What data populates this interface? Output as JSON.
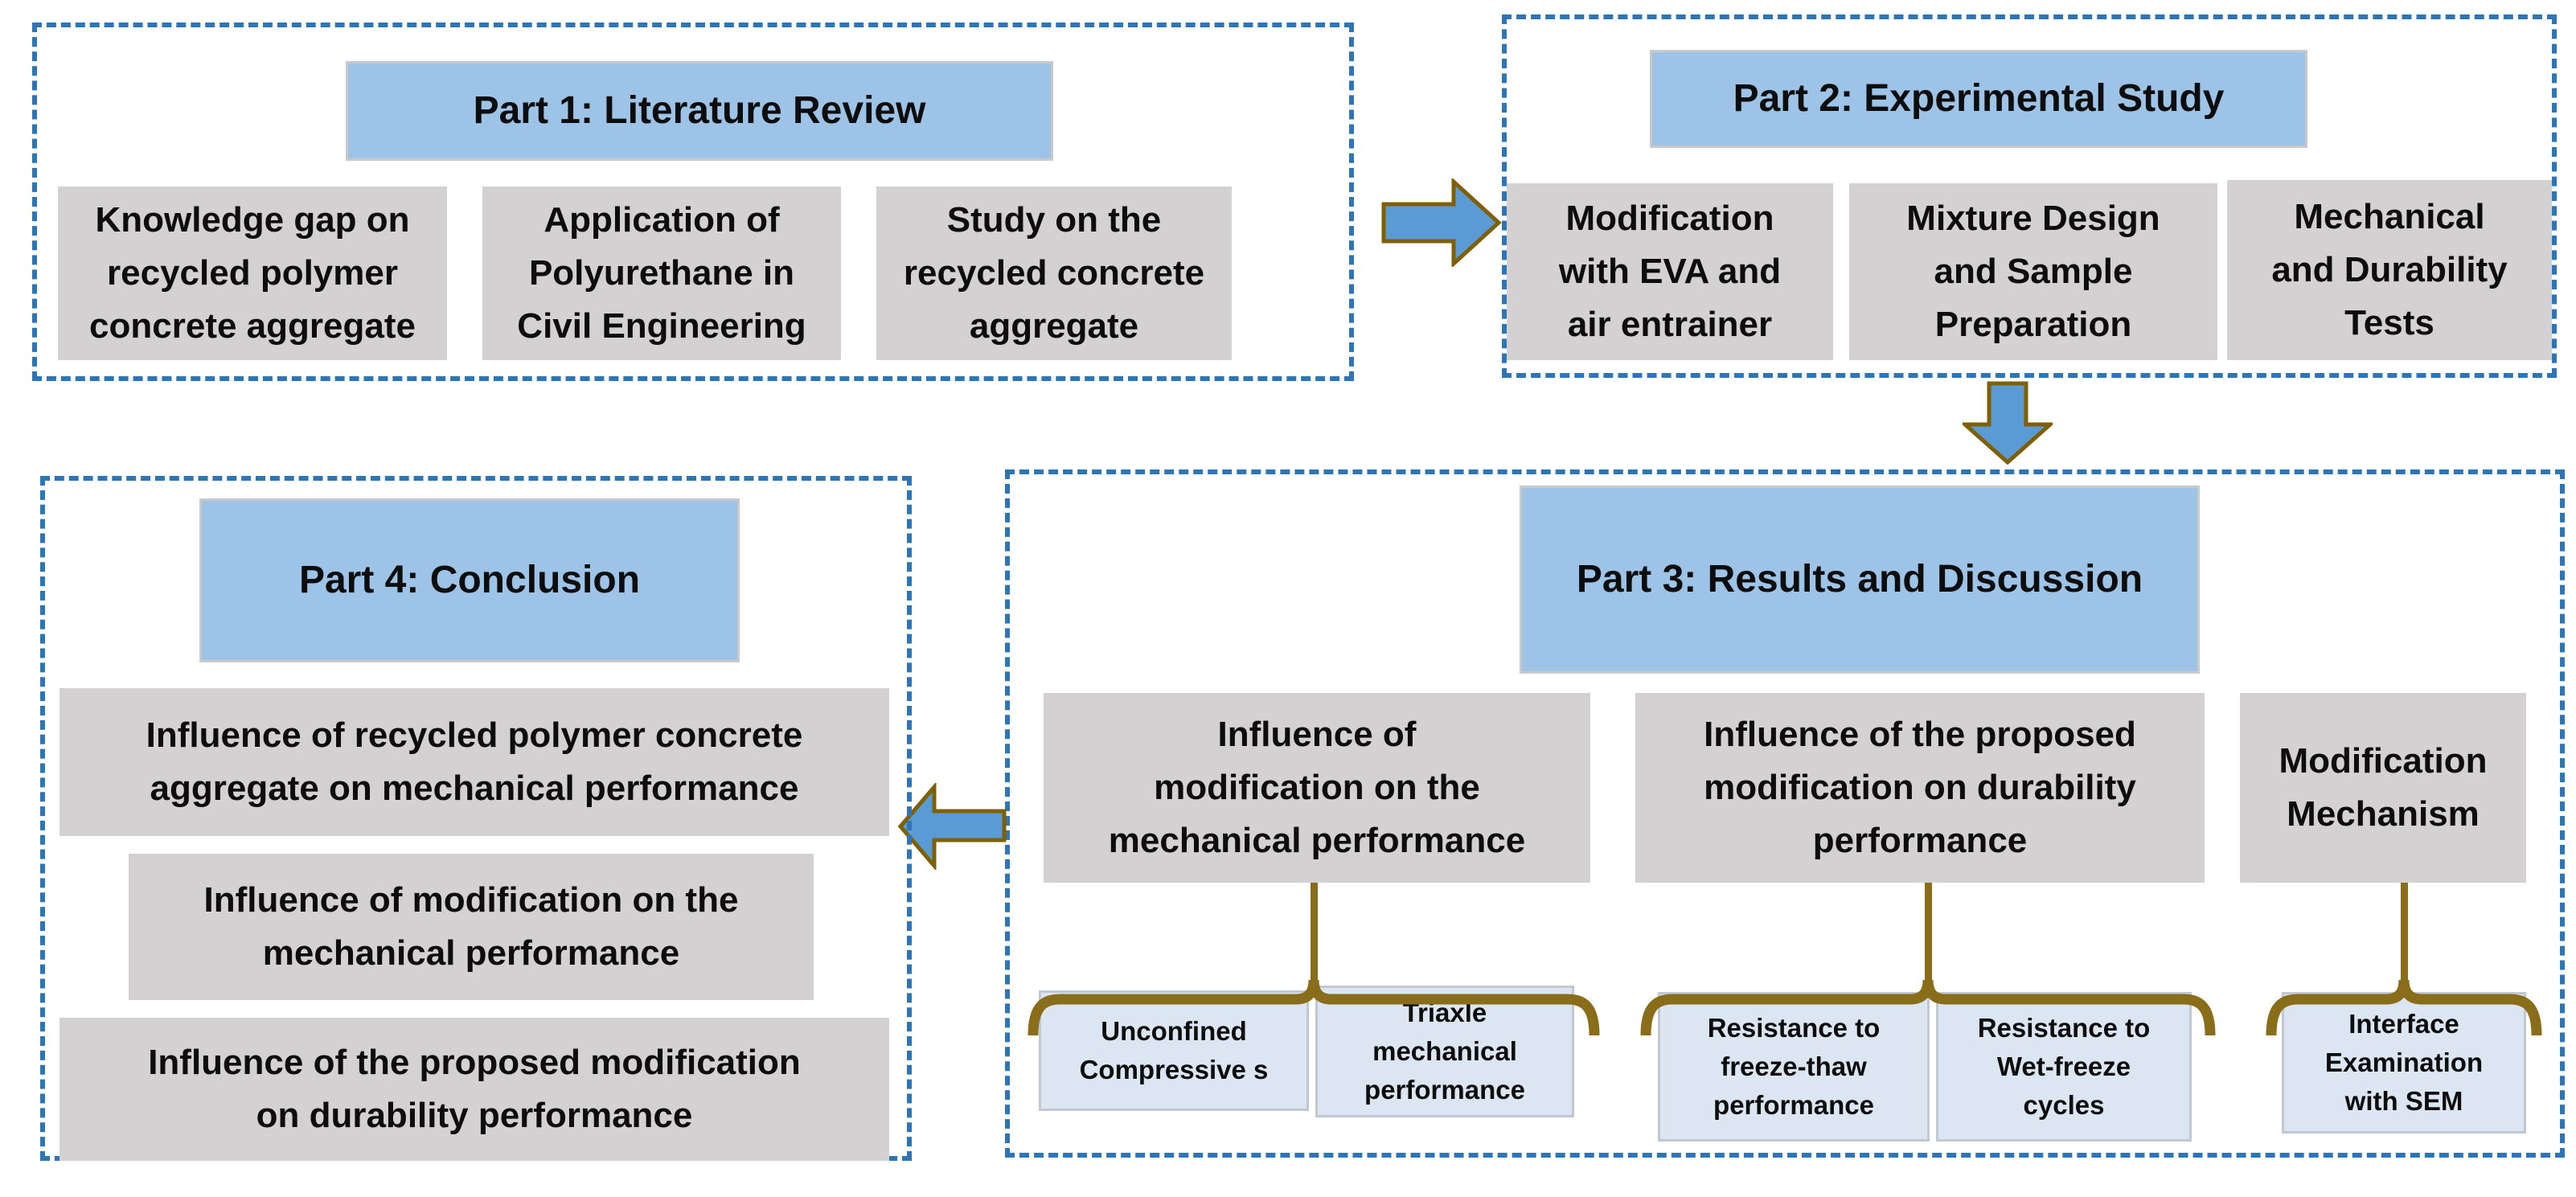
{
  "diagram_title": "Research framework flowchart",
  "colors": {
    "container_border": "#2e75b6",
    "header_fill": "#9dc3e6",
    "box_fill": "#d3d1d1",
    "subbox_fill": "#dce6f2",
    "subbox_border": "#c2c8d0",
    "arrow_fill": "#5b9bd5",
    "arrow_border": "#7f6000",
    "brace_color": "#8a6d1b",
    "text_color": "#0d0d0d"
  },
  "icons": {
    "arrow_part1_to_part2": "right-arrow",
    "arrow_part2_to_part3": "down-arrow",
    "arrow_part3_to_part4": "left-arrow",
    "connectors": "brace-connector"
  },
  "parts": {
    "part1": {
      "title": "Part 1: Literature Review",
      "boxes": [
        "Knowledge gap on\nrecycled polymer\nconcrete aggregate",
        "Application of\nPolyurethane in\nCivil Engineering",
        "Study on the\nrecycled concrete\naggregate"
      ]
    },
    "part2": {
      "title": "Part 2: Experimental Study",
      "boxes": [
        "Modification\nwith EVA and\nair entrainer",
        "Mixture Design\nand Sample\nPreparation",
        "Mechanical\nand Durability\nTests"
      ]
    },
    "part3": {
      "title": "Part 3: Results and Discussion",
      "boxes": [
        "Influence of\nmodification on the\nmechanical performance",
        "Influence of the proposed\nmodification on durability\nperformance",
        "Modification\nMechanism"
      ],
      "subboxes": [
        "Unconfined\nCompressive s",
        "Triaxle\nmechanical\nperformance",
        "Resistance to\nfreeze-thaw\nperformance",
        "Resistance to\nWet-freeze\ncycles",
        "Interface\nExamination\nwith SEM"
      ]
    },
    "part4": {
      "title": "Part 4: Conclusion",
      "boxes": [
        "Influence of recycled polymer concrete\naggregate on mechanical performance",
        "Influence of modification on the\nmechanical performance",
        "Influence of the proposed modification\non durability performance"
      ]
    }
  }
}
